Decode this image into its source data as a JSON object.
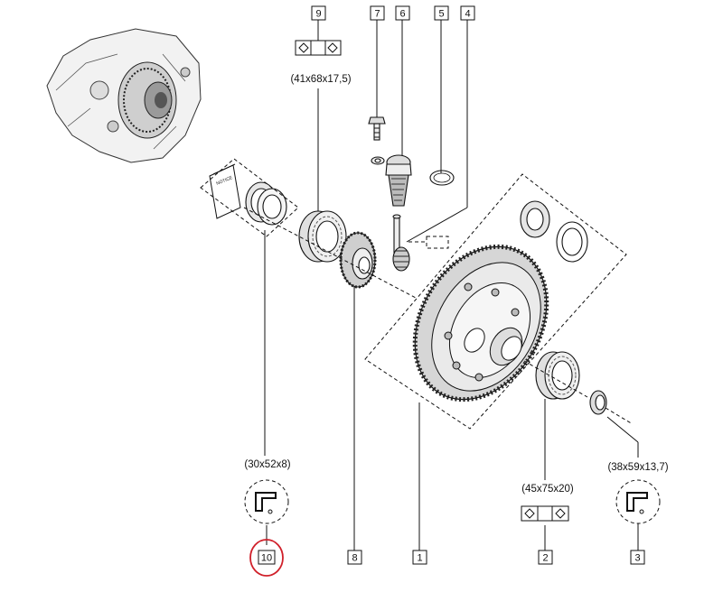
{
  "callouts": {
    "c1": "1",
    "c2": "2",
    "c3": "3",
    "c4": "4",
    "c5": "5",
    "c6": "6",
    "c7": "7",
    "c8": "8",
    "c9": "9",
    "c10": "10"
  },
  "dimensions": {
    "bearing_top": "(41x68x17,5)",
    "seal_left": "(30x52x8)",
    "bearing_right": "(45x75x20)",
    "seal_right": "(38x59x13,7)"
  },
  "instructions_label": "NOTICE",
  "colors": {
    "highlight": "#d0202a",
    "line": "#111111"
  }
}
